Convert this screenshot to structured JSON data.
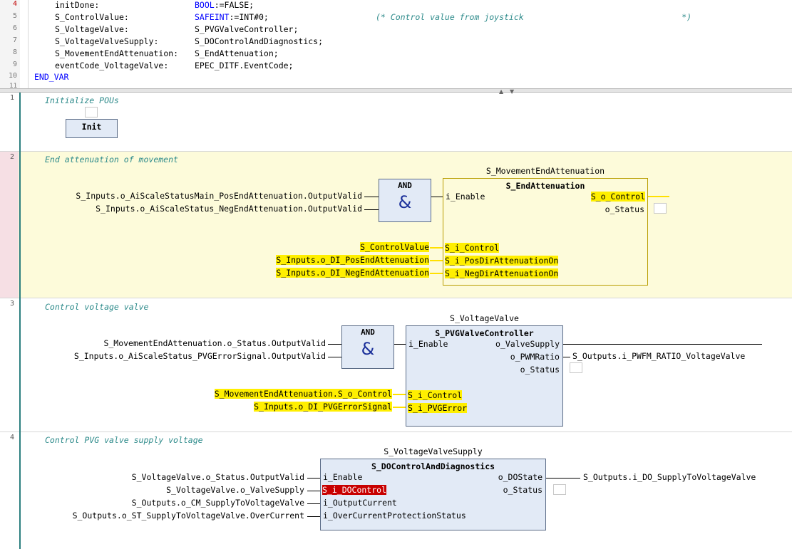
{
  "declarations": {
    "lines": [
      {
        "num": "4",
        "name": "initDone:",
        "type_kw": "BOOL",
        "type_rest": ":=FALSE;",
        "comment": "",
        "active": true
      },
      {
        "num": "5",
        "name": "S_ControlValue:",
        "type_kw": "SAFEINT",
        "type_rest": ":=INT#0;",
        "comment": "(* Control value from joystick                                *)",
        "active": false
      },
      {
        "num": "6",
        "name": "S_VoltageValve:",
        "type_kw": "",
        "type_rest": "S_PVGValveController;",
        "comment": "",
        "active": false
      },
      {
        "num": "7",
        "name": "S_VoltageValveSupply:",
        "type_kw": "",
        "type_rest": "S_DOControlAndDiagnostics;",
        "comment": "",
        "active": false
      },
      {
        "num": "8",
        "name": "S_MovementEndAttenuation:",
        "type_kw": "",
        "type_rest": "S_EndAttenuation;",
        "comment": "",
        "active": false
      },
      {
        "num": "9",
        "name": "eventCode_VoltageValve:",
        "type_kw": "",
        "type_rest": "EPEC_DITF.EventCode;",
        "comment": "",
        "active": false
      }
    ],
    "end_var_num": "10",
    "end_var": "END_VAR",
    "partial_num": "11"
  },
  "networks": [
    {
      "num": "1",
      "comment": "Initialize POUs",
      "block": "Init"
    },
    {
      "num": "2",
      "comment": "End attenuation of movement",
      "and_label": "AND",
      "and_symbol": "&",
      "and_inputs": [
        "S_Inputs.o_AiScaleStatusMain_PosEndAttenuation.OutputValid",
        "S_Inputs.o_AiScaleStatus_NegEndAttenuation.OutputValid"
      ],
      "instance": "S_MovementEndAttenuation",
      "fb_type": "S_EndAttenuation",
      "in_pins": [
        "i_Enable",
        "S_i_Control",
        "S_i_PosDirAttenuationOn",
        "S_i_NegDirAttenuationOn"
      ],
      "in_vars": [
        "S_ControlValue",
        "S_Inputs.o_DI_PosEndAttenuation",
        "S_Inputs.o_DI_NegEndAttenuation"
      ],
      "out_pins": [
        "S_o_Control",
        "o_Status"
      ]
    },
    {
      "num": "3",
      "comment": "Control voltage valve",
      "and_label": "AND",
      "and_symbol": "&",
      "and_inputs": [
        "S_MovementEndAttenuation.o_Status.OutputValid",
        "S_Inputs.o_AiScaleStatus_PVGErrorSignal.OutputValid"
      ],
      "instance": "S_VoltageValve",
      "fb_type": "S_PVGValveController",
      "in_pins": [
        "i_Enable",
        "S_i_Control",
        "S_i_PVGError"
      ],
      "in_vars": [
        "S_MovementEndAttenuation.S_o_Control",
        "S_Inputs.o_DI_PVGErrorSignal"
      ],
      "out_pins": [
        "o_ValveSupply",
        "o_PWMRatio",
        "o_Status"
      ],
      "out_vars": [
        "S_Outputs.i_PWFM_RATIO_VoltageValve"
      ]
    },
    {
      "num": "4",
      "comment": "Control PVG valve supply voltage",
      "instance": "S_VoltageValveSupply",
      "fb_type": "S_DOControlAndDiagnostics",
      "in_vars": [
        "S_VoltageValve.o_Status.OutputValid",
        "S_VoltageValve.o_ValveSupply",
        "S_Outputs.o_CM_SupplyToVoltageValve",
        "S_Outputs.o_ST_SupplyToVoltageValve.OverCurrent"
      ],
      "in_pins": [
        "i_Enable",
        "S_i_DOControl",
        "i_OutputCurrent",
        "i_OverCurrentProtectionStatus"
      ],
      "out_pins": [
        "o_DOState",
        "o_Status"
      ],
      "out_vars": [
        "S_Outputs.i_DO_SupplyToVoltageValve"
      ]
    }
  ],
  "colors": {
    "highlight": "#ffef00",
    "error": "#c80000",
    "block_bg": "#e2eaf6",
    "selected_bg": "#fdfbda",
    "comment": "#2e8b8b",
    "keyword": "#0000ff"
  }
}
